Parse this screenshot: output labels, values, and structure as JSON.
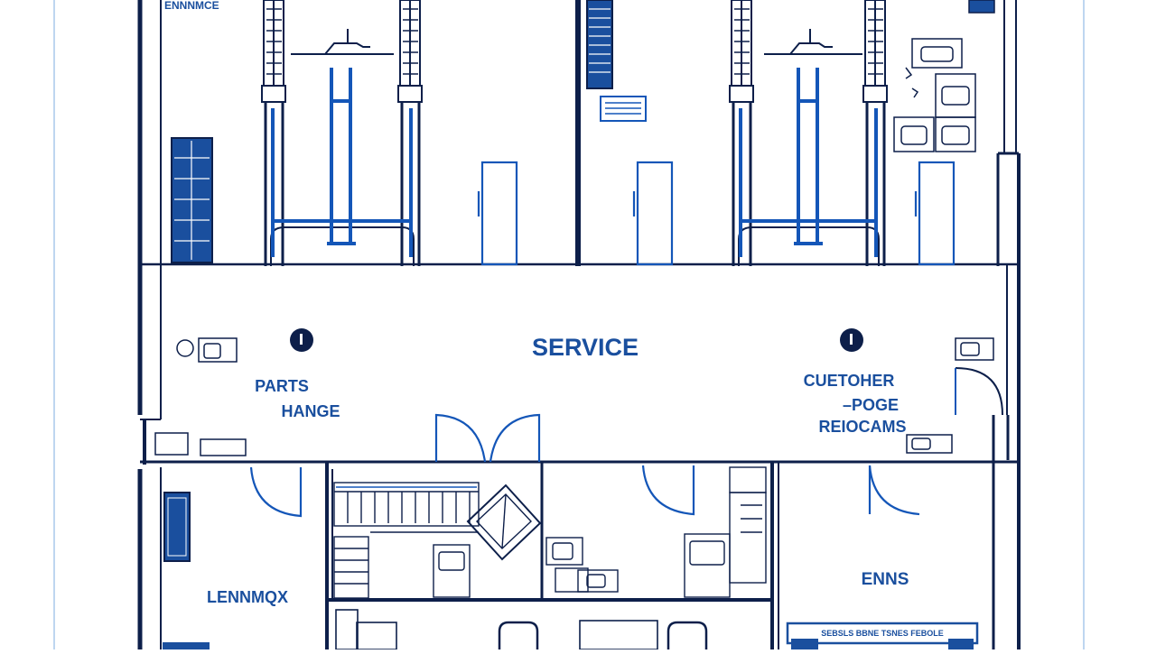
{
  "labels": {
    "top_left_text": "ENNNMCE",
    "service": "SERVICE",
    "parts_line1": "PARTS",
    "parts_line2": "HANGE",
    "customer_line1": "CUETOHER",
    "customer_line2": "–POGE",
    "customer_line3": "REIOCAMS",
    "lounge": "LENNMQX",
    "enns": "ENNS",
    "sign_strip": "SEBSLS BBNE TSNES FEBOLE"
  },
  "colors": {
    "wall": "#0d1f4a",
    "accent": "#1456b8",
    "label": "#1a4f9e",
    "frame": "#a9c8ec"
  }
}
